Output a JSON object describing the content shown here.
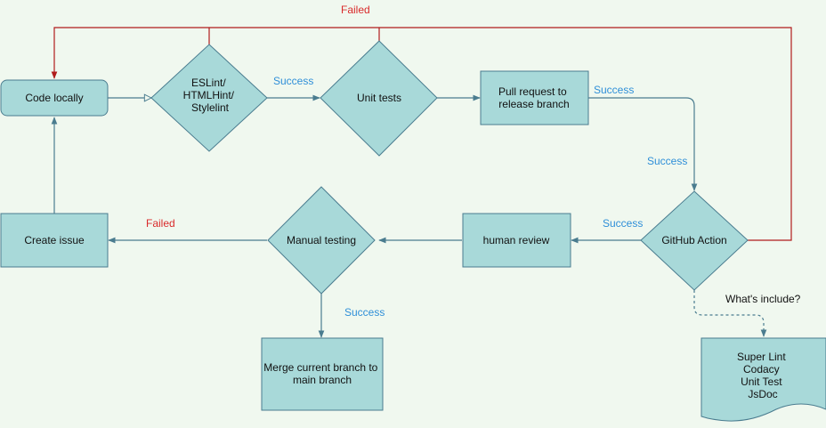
{
  "nodes": {
    "code_locally": "Code locally",
    "eslint": [
      "ESLint/",
      "HTMLHint/",
      "Stylelint"
    ],
    "unit_tests": "Unit tests",
    "pull_request": [
      "Pull request to",
      "release branch"
    ],
    "github_action": "GitHub Action",
    "human_review": "human review",
    "manual_testing": "Manual testing",
    "create_issue": "Create issue",
    "merge": [
      "Merge current branch to",
      "main branch"
    ],
    "tools": [
      "Super Lint",
      "Codacy",
      "Unit Test",
      "JsDoc"
    ]
  },
  "edge_labels": {
    "failed_top": "Failed",
    "success_eslint_unit": "Success",
    "success_pr": "Success",
    "success_to_action": "Success",
    "success_action_review": "Success",
    "failed_manual": "Failed",
    "success_manual_merge": "Success",
    "whats_include": "What's include?"
  },
  "colors": {
    "node_fill": "#a8d9d9",
    "node_stroke": "#4a7c8f",
    "success_text": "#2f8fd8",
    "failed_text": "#d92b2b",
    "failed_line": "#b01c1c",
    "background": "#f0f8ef"
  }
}
